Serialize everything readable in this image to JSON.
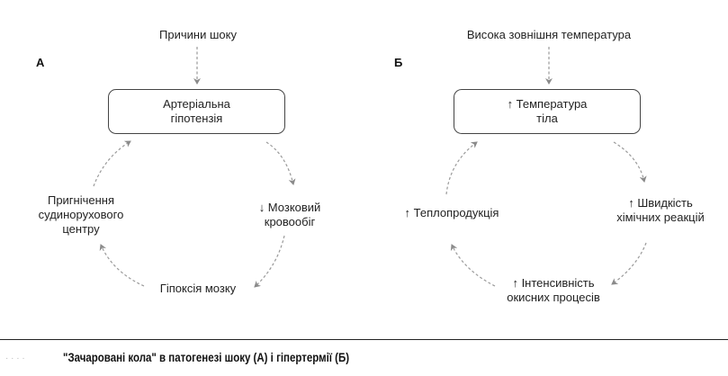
{
  "panel_a": {
    "letter": "А",
    "cause": "Причини шоку",
    "top_box": "Артеріальна\nгіпотензія",
    "right_node": "↓ Мозковий\nкровообіг",
    "bottom_node": "Гіпоксія мозку",
    "left_node": "Пригнічення\nсудинорухового\nцентру"
  },
  "panel_b": {
    "letter": "Б",
    "cause": "Висока зовнішня температура",
    "top_box": "↑ Температура\nтіла",
    "right_node": "↑  Швидкість\nхімічних реакцій",
    "bottom_node": "↑ Інтенсивність\nокисних процесів",
    "left_node": "↑ Теплопродукція"
  },
  "caption": {
    "prefix": "· · · ·",
    "text": "\"Зачаровані кола\" в патогенезі шоку (А) і гіпертермії (Б)"
  }
}
